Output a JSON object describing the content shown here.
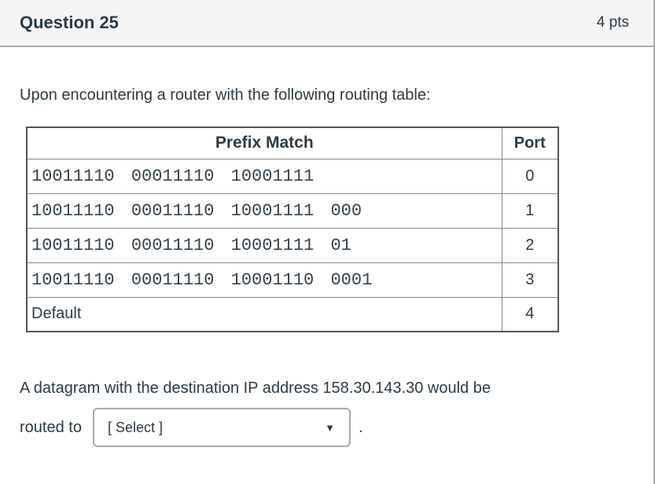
{
  "colors": {
    "header_bg": "#F5F5F5",
    "divider_gray": "#ABABAB",
    "text": "#2D3B45",
    "table_outer_border": "#555555",
    "table_inner_border": "#888888",
    "select_border": "#A9A9A9"
  },
  "header": {
    "title": "Question 25",
    "points": "4 pts"
  },
  "question": {
    "intro": "Upon encountering a router with the following routing table:",
    "table": {
      "headers": [
        "Prefix Match",
        "Port"
      ],
      "rows": [
        {
          "prefix": "10011110 00011110 10001111",
          "port": "0"
        },
        {
          "prefix": "10011110 00011110 10001111 000",
          "port": "1"
        },
        {
          "prefix": "10011110 00011110 10001111 01",
          "port": "2"
        },
        {
          "prefix": "10011110 00011110 10001110 0001",
          "port": "3"
        },
        {
          "prefix": "Default",
          "port": "4"
        }
      ]
    },
    "statement_line1": "A datagram with the destination IP address 158.30.143.30 would be",
    "statement_line2_prefix": "routed to",
    "select": {
      "value": "[ Select ]"
    },
    "statement_line2_suffix": "."
  }
}
